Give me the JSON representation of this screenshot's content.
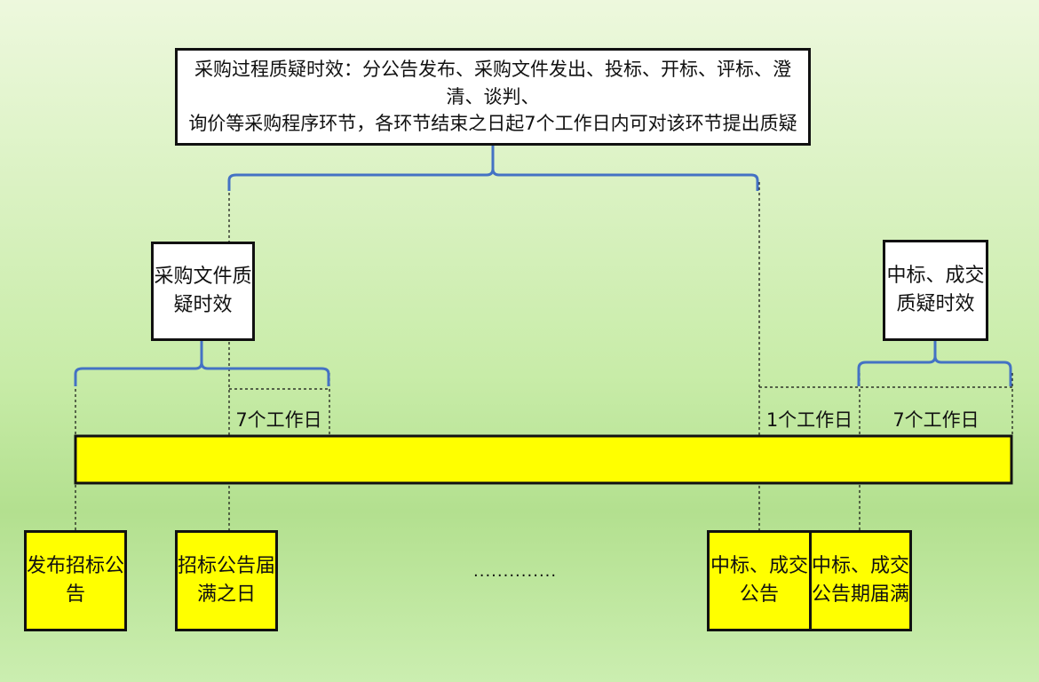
{
  "top_box": {
    "line1": "采购过程质疑时效：分公告发布、采购文件发出、投标、开标、评标、澄清、谈判、",
    "line2": "询价等采购程序环节，各环节结束之日起7个工作日内可对该环节提出质疑"
  },
  "doc_box": {
    "line1": "采购文件质",
    "line2": "疑时效"
  },
  "award_box": {
    "line1": "中标、成交",
    "line2": "质疑时效"
  },
  "intervals": {
    "doc": "7个工作日",
    "one_day": "1个工作日",
    "award": "7个工作日"
  },
  "bottom_boxes": {
    "publish": {
      "line1": "发布招标公",
      "line2": "告"
    },
    "expire": {
      "line1": "招标公告届",
      "line2": "满之日"
    },
    "award_notice": {
      "line1": "中标、成交",
      "line2": "公告"
    },
    "award_expire": {
      "line1": "中标、成交",
      "line2": "公告期届满"
    }
  },
  "ellipsis": "··············",
  "colors": {
    "bracket": "#4472c4",
    "timeline": "#ffff00",
    "border": "#111111"
  }
}
